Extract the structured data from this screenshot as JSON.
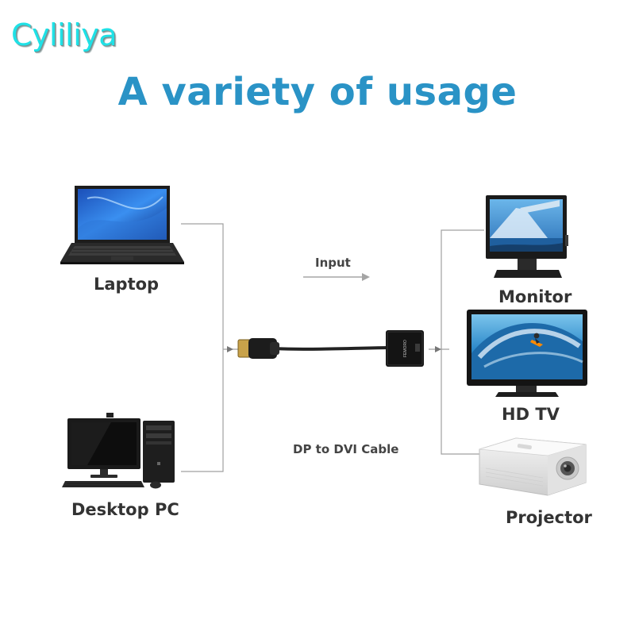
{
  "brand": "Cyliliya",
  "title": "A variety of usage",
  "sources": [
    {
      "label": "Laptop",
      "icon": "laptop-icon"
    },
    {
      "label": "Desktop PC",
      "icon": "desktop-pc-icon"
    }
  ],
  "outputs": [
    {
      "label": "Monitor",
      "icon": "monitor-icon"
    },
    {
      "label": "HD TV",
      "icon": "hd-tv-icon"
    },
    {
      "label": "Projector",
      "icon": "projector-icon"
    }
  ],
  "flow": {
    "label": "Input"
  },
  "cable": {
    "label": "DP to DVI Cable",
    "adapter_text": "FEMORO"
  },
  "colors": {
    "brand": "#1fe1e6",
    "title": "#2a93c6",
    "lines": "#999999"
  }
}
